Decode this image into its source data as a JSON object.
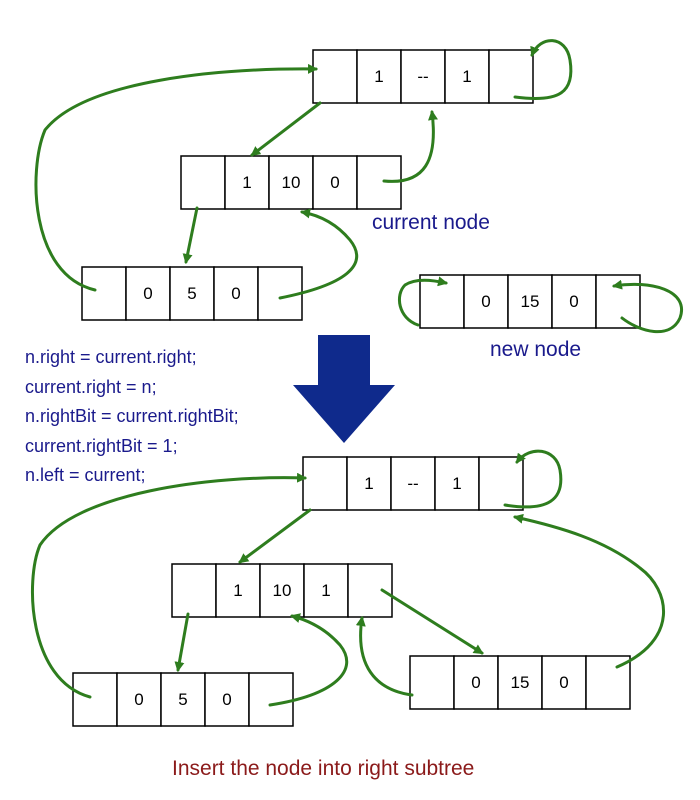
{
  "colors": {
    "arrow": "#2e7d1e",
    "code_text": "#1a1a8c",
    "label_text": "#1a1a8c",
    "caption_text": "#8b1a1a",
    "big_arrow": "#0f2a8c"
  },
  "before": {
    "head": [
      "",
      "1",
      "--",
      "1",
      ""
    ],
    "current": [
      "",
      "1",
      "10",
      "0",
      ""
    ],
    "left_child": [
      "",
      "0",
      "5",
      "0",
      ""
    ],
    "new_node": [
      "",
      "0",
      "15",
      "0",
      ""
    ]
  },
  "after": {
    "head": [
      "",
      "1",
      "--",
      "1",
      ""
    ],
    "current": [
      "",
      "1",
      "10",
      "1",
      ""
    ],
    "left_child": [
      "",
      "0",
      "5",
      "0",
      ""
    ],
    "new_node": [
      "",
      "0",
      "15",
      "0",
      ""
    ]
  },
  "labels": {
    "current_node": "current node",
    "new_node": "new node"
  },
  "code_lines": [
    "n.right = current.right;",
    "current.right = n;",
    "n.rightBit = current.rightBit;",
    "current.rightBit = 1;",
    "n.left = current;"
  ],
  "caption": "Insert the node into right subtree"
}
